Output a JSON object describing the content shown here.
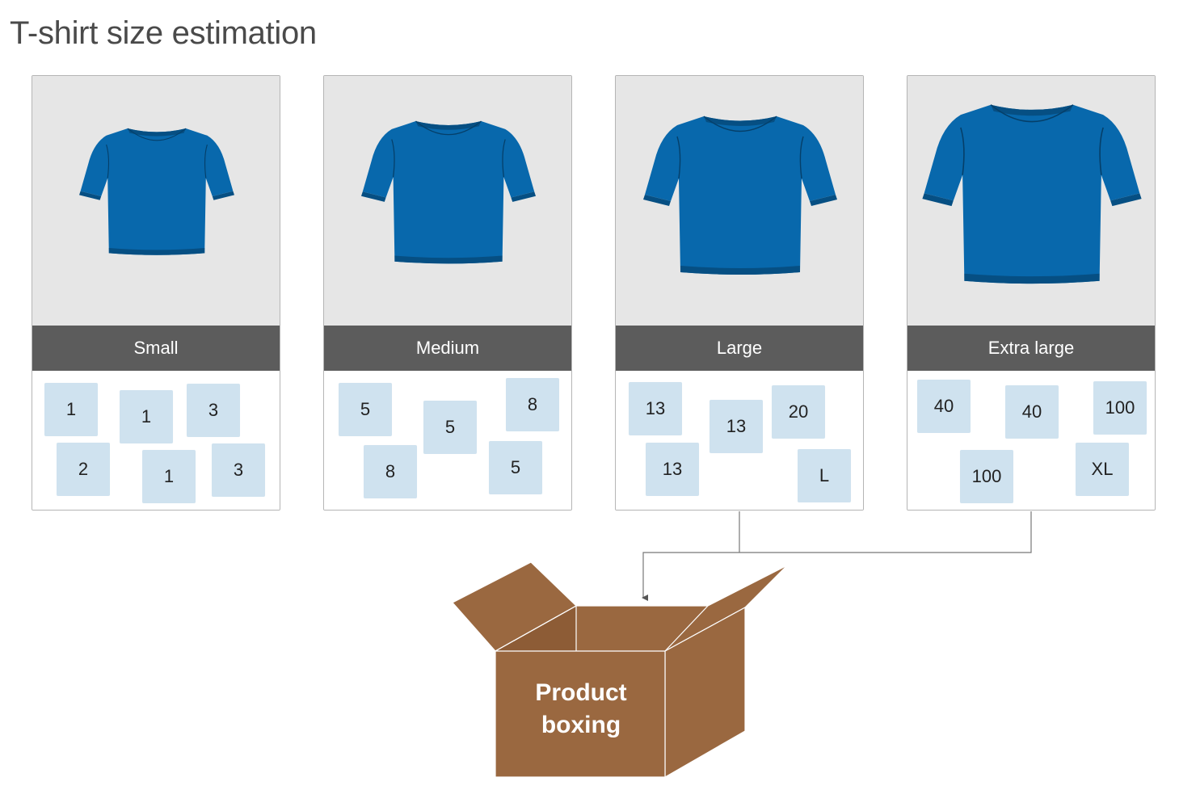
{
  "title": "T-shirt size estimation",
  "colors": {
    "shirt": "#0868ac",
    "shirt_trim": "#064f83",
    "card_image_bg": "#e6e6e6",
    "card_header_bg": "#5c5c5c",
    "sticky_bg": "#cfe2ef",
    "box": "#9a6840"
  },
  "sizes": [
    {
      "label": "Small",
      "icon": "tshirt-small-icon",
      "estimates": [
        "1",
        "1",
        "3",
        "2",
        "1",
        "3"
      ]
    },
    {
      "label": "Medium",
      "icon": "tshirt-medium-icon",
      "estimates": [
        "5",
        "5",
        "8",
        "8",
        "5"
      ]
    },
    {
      "label": "Large",
      "icon": "tshirt-large-icon",
      "estimates": [
        "13",
        "13",
        "20",
        "13",
        "L"
      ]
    },
    {
      "label": "Extra large",
      "icon": "tshirt-xl-icon",
      "estimates": [
        "40",
        "40",
        "100",
        "100",
        "XL"
      ]
    }
  ],
  "product_box": {
    "icon": "cardboard-box-icon",
    "line1": "Product",
    "line2": "boxing"
  }
}
